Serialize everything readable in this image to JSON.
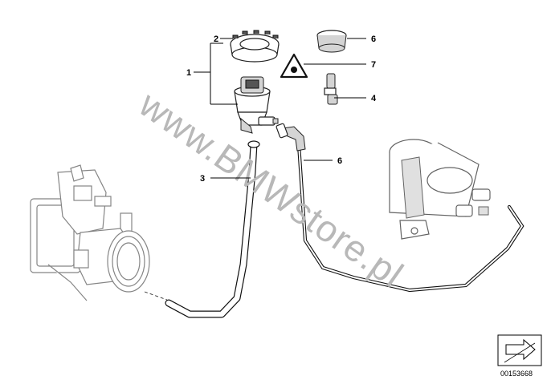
{
  "callouts": [
    {
      "label": "1"
    },
    {
      "label": "2"
    },
    {
      "label": "3"
    },
    {
      "label": "4"
    },
    {
      "label": "6"
    },
    {
      "label": "6"
    },
    {
      "label": "7"
    }
  ],
  "watermark": "www.BMWstore.pl",
  "reference_number": "00153668"
}
